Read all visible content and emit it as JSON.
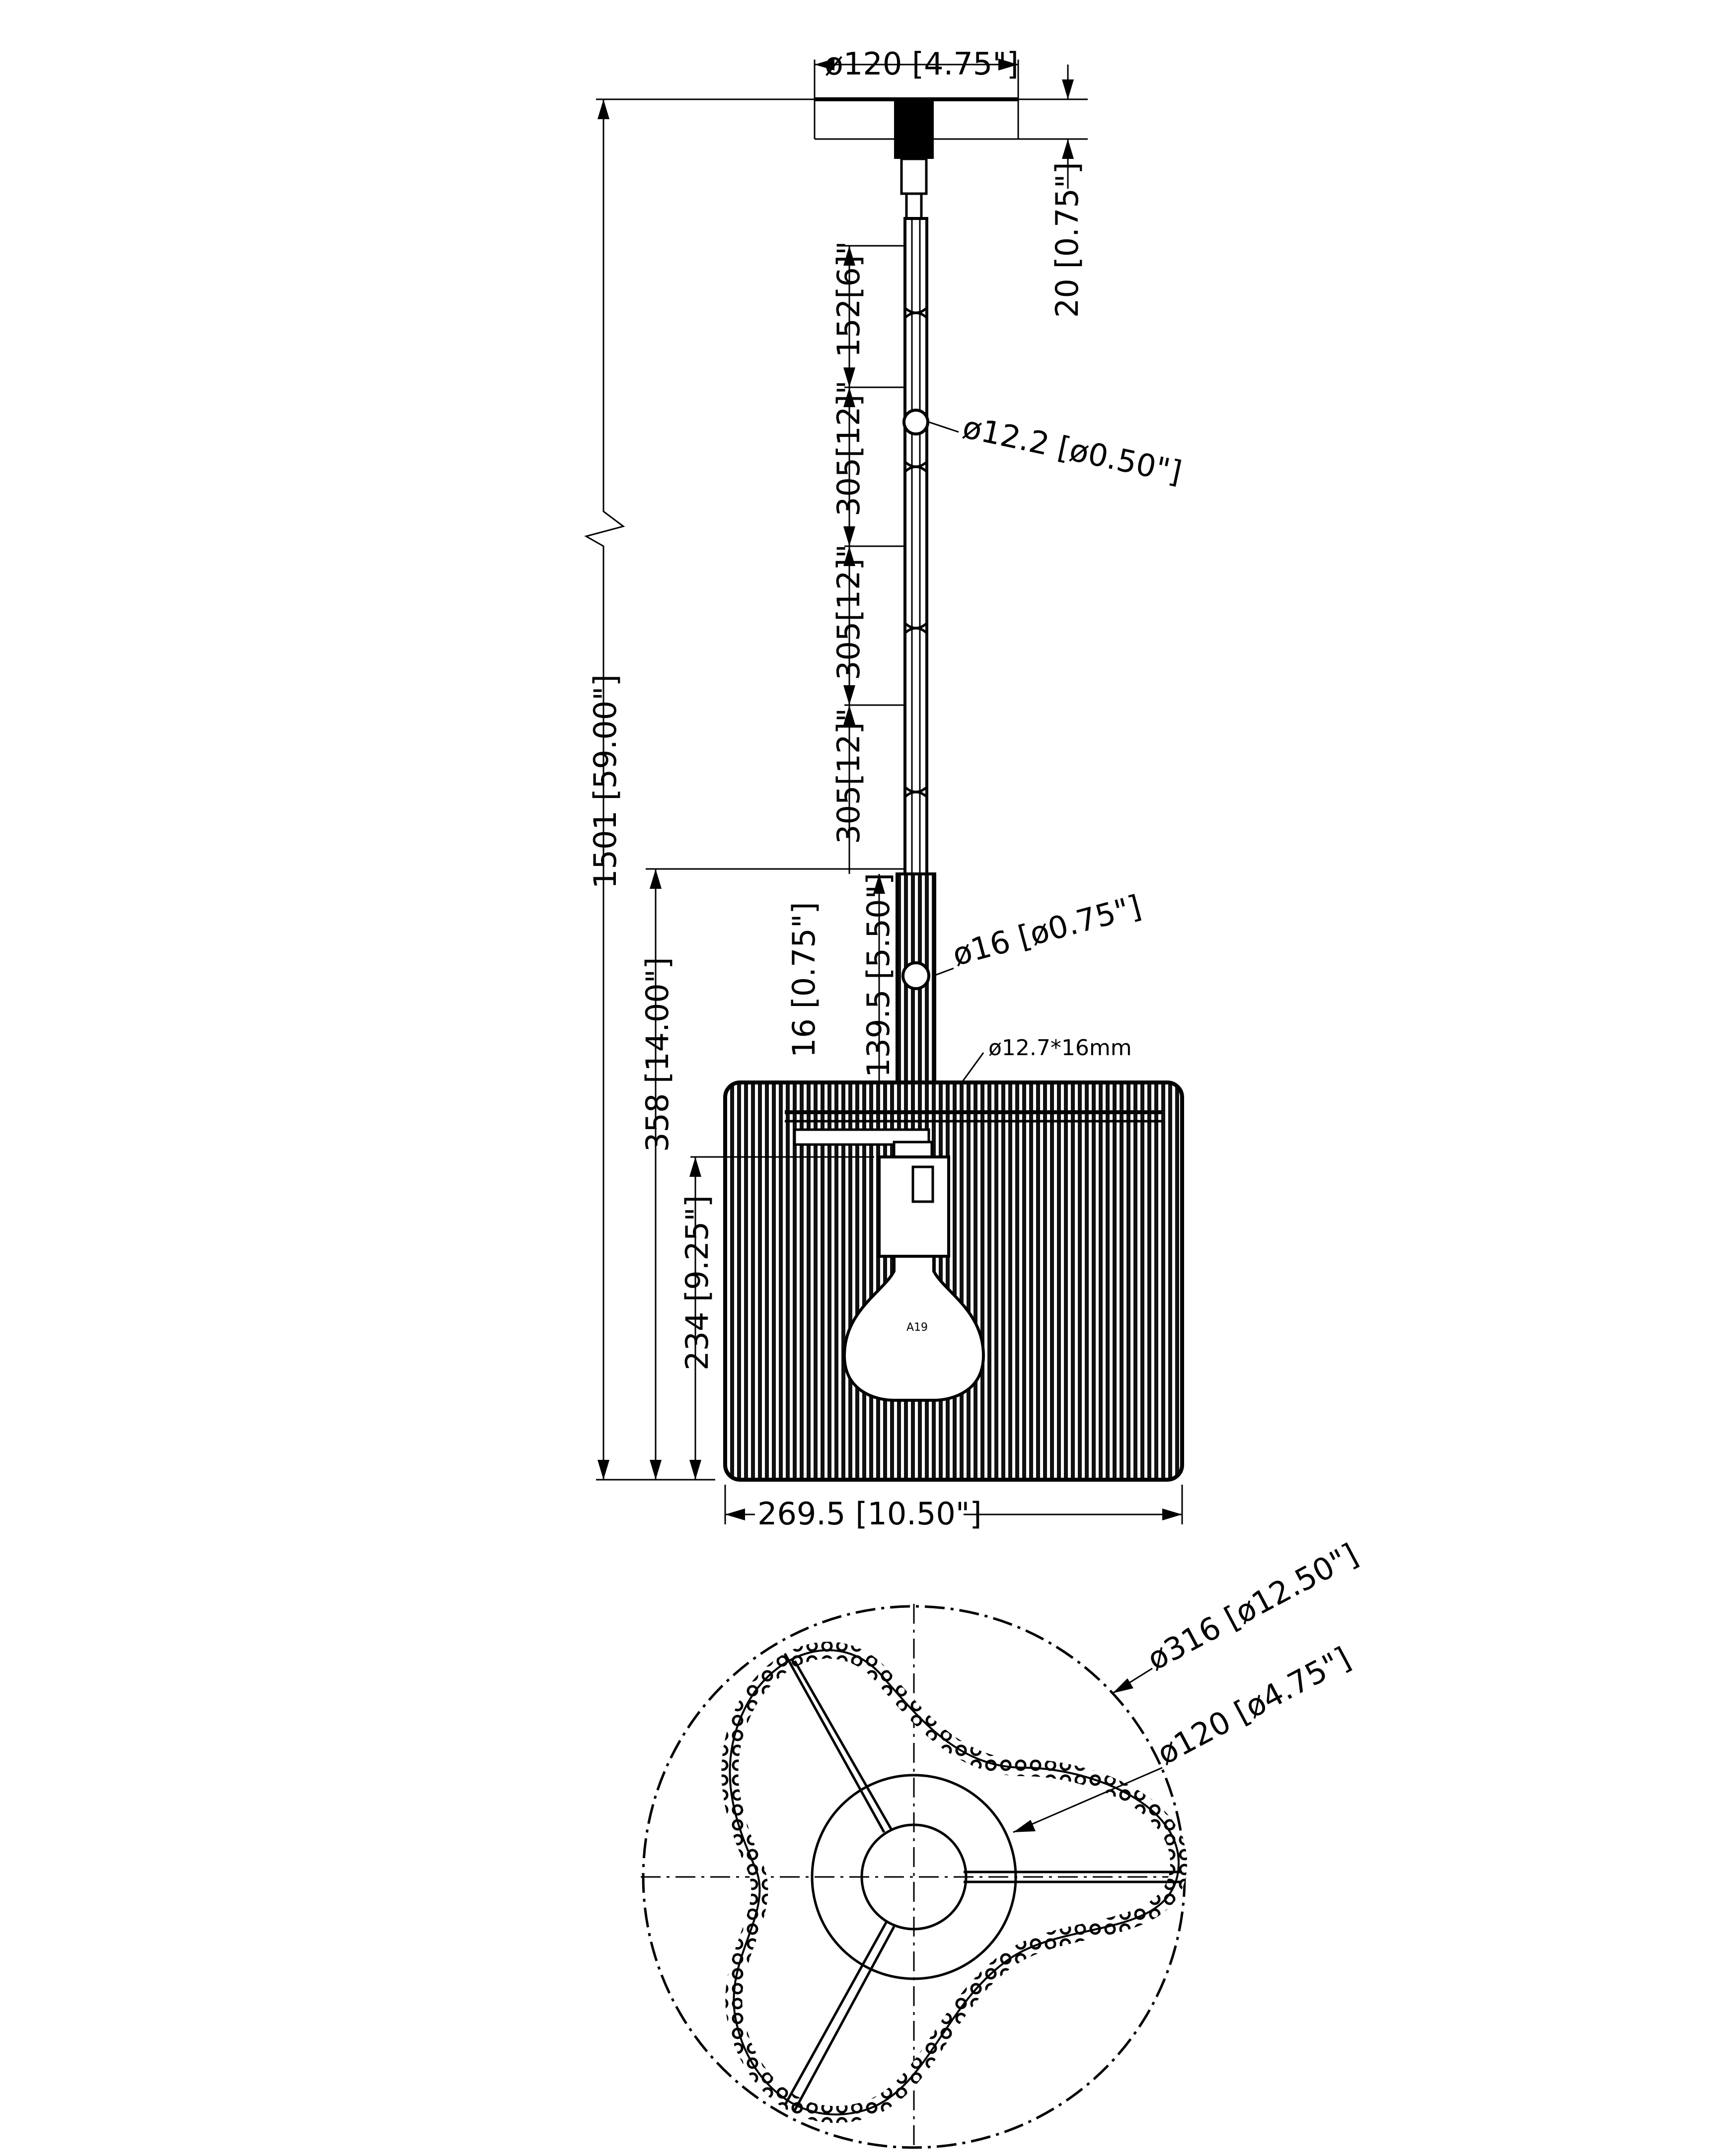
{
  "dimensions": {
    "canopy_diameter": "ø120 [4.75\"]",
    "canopy_height": "20 [0.75\"]",
    "rod_top_segment": "152[6]\"",
    "rod_diameter": "ø12.2 [ø0.50\"]",
    "rod_segment_1": "305[12]\"",
    "rod_segment_2": "305[12]\"",
    "rod_segment_3": "305[12]\"",
    "overall_height": "1501 [59.00\"]",
    "fixture_height": "358 [14.00\"]",
    "stem_diameter": "ø16 [ø0.75\"]",
    "stem_length": "139.5 [5.50\"]",
    "top_band": "16 [0.75\"]",
    "fitting_label": "ø12.7*16mm",
    "shade_body_height": "234 [9.25\"]",
    "shade_width": "269.5 [10.50\"]",
    "bulb_label": "A19",
    "plan_outer_diameter": "ø316 [ø12.50\"]",
    "plan_inner_diameter": "ø120 [ø4.75\"]"
  }
}
